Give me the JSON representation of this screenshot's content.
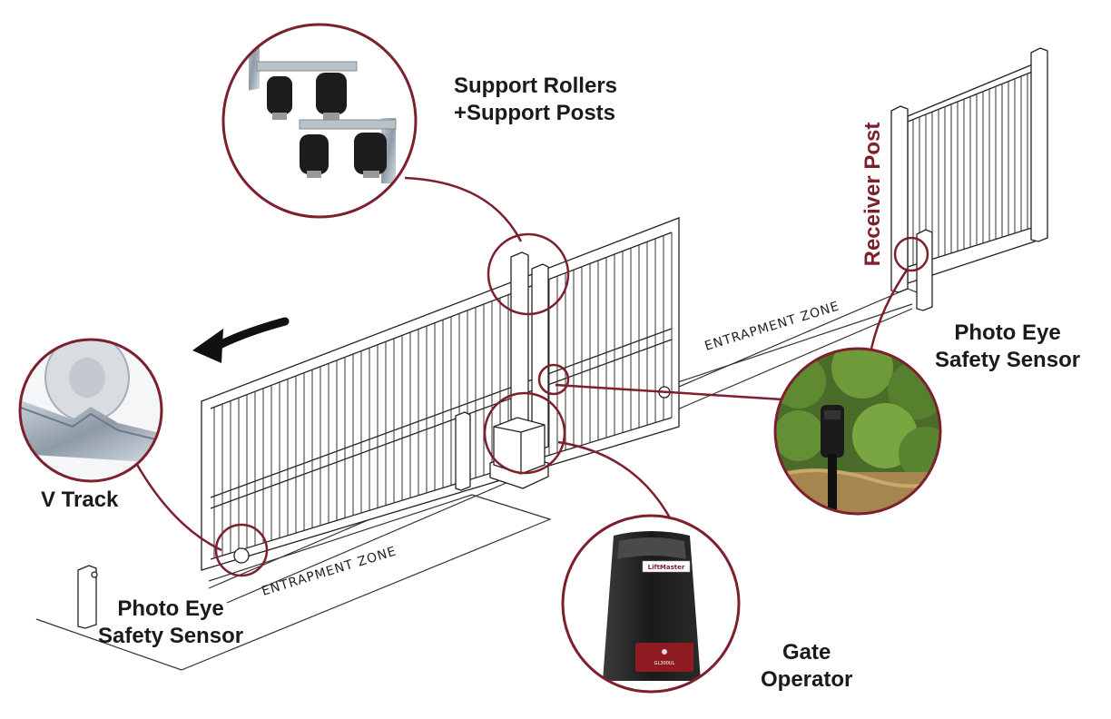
{
  "diagram": {
    "accent_color": "#7d1f2d",
    "labels": {
      "support_rollers_line1": "Support Rollers",
      "support_rollers_line2": "+Support Posts",
      "receiver_post": "Receiver Post",
      "photo_eye_right_line1": "Photo Eye",
      "photo_eye_right_line2": "Safety Sensor",
      "v_track": "V Track",
      "photo_eye_left_line1": "Photo Eye",
      "photo_eye_left_line2": "Safety Sensor",
      "gate_operator_line1": "Gate",
      "gate_operator_line2": "Operator",
      "entrapment_zone_top": "ENTRAPMENT ZONE",
      "entrapment_zone_bottom": "ENTRAPMENT ZONE",
      "operator_brand": "LiftMaster",
      "operator_model": "GL300UL"
    },
    "icons": [
      "direction-arrow-icon",
      "support-rollers-photo",
      "v-track-photo",
      "photo-eye-photo",
      "gate-operator-photo"
    ]
  }
}
